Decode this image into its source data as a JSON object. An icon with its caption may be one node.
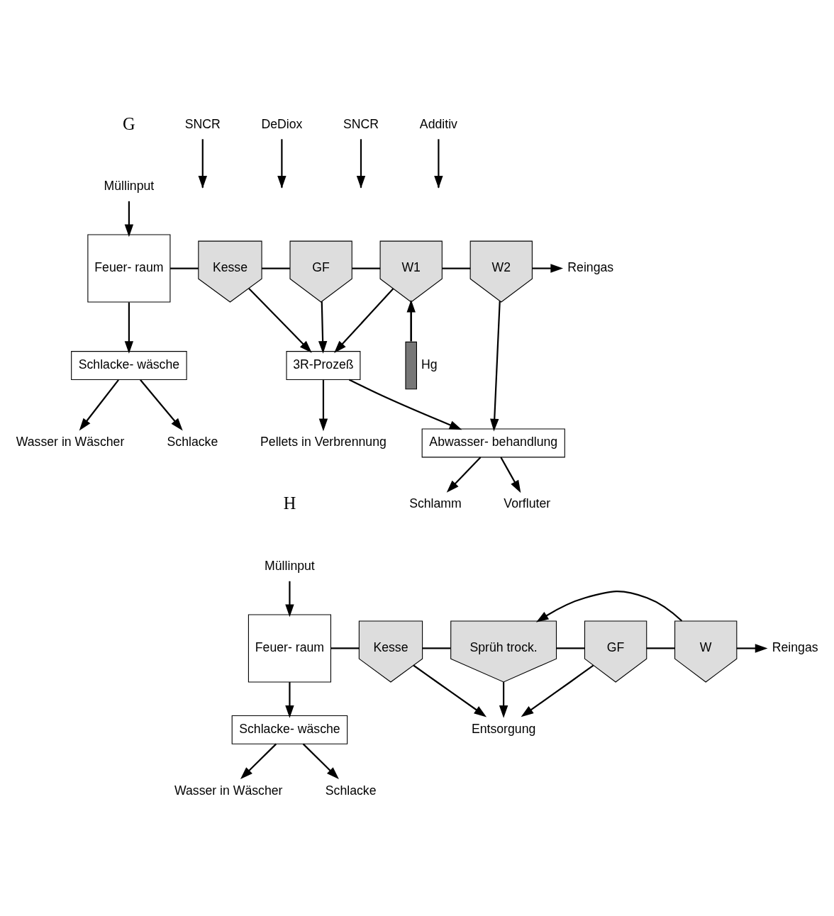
{
  "diagram": {
    "nodes": [
      {
        "text": [
          "Müllinput"
        ]
      },
      {
        "text": [
          "Feuer- raum"
        ]
      },
      {
        "text": [
          "SNCR"
        ]
      },
      {
        "text": [
          "DeDiox"
        ]
      },
      {
        "text": [
          "Kesse"
        ]
      },
      {
        "text": [
          "GF"
        ]
      },
      {
        "text": [
          "W1"
        ]
      },
      {
        "text": [
          "W2"
        ]
      },
      {
        "text": [
          "Reingas"
        ]
      },
      {
        "text": [],
        "shape": "bar",
        "beside": [
          "Hg"
        ]
      },
      {
        "text": [
          "Schlacke- wäsche"
        ]
      },
      {
        "text": [
          "3R-Prozeß"
        ]
      },
      {
        "text": [
          "Abwasser- behandlung"
        ]
      },
      {
        "text": [
          "Wasser in Wäscher"
        ]
      },
      {
        "text": [
          "Schlacke"
        ]
      },
      {
        "text": [
          "Pellets in Verbrennung"
        ]
      },
      {
        "text": [
          "Vorfluter"
        ]
      },
      {
        "text": [
          "Schlamm"
        ]
      },
      {
        "text": [
          "Müllinput"
        ]
      },
      {
        "text": [
          "Feuer- raum"
        ]
      },
      {
        "text": [
          "SNCR"
        ]
      },
      {
        "text": [
          "Additiv"
        ]
      },
      {
        "text": [
          "Kesse"
        ]
      },
      {
        "text": [
          "Sprüh trock."
        ]
      },
      {
        "text": [
          "GF"
        ]
      },
      {
        "text": [
          "W"
        ]
      },
      {
        "text": [
          "Reingas"
        ]
      },
      {
        "text": [
          "Schlacke- wäsche"
        ]
      },
      {
        "text": [
          "Wasser in Wäscher"
        ]
      },
      {
        "text": [
          "Schlacke"
        ]
      },
      {
        "text": [
          "Entsorgung"
        ]
      }
    ],
    "edges": [
      {
        "from": 0,
        "to": 1,
        "arrow": "to"
      },
      {
        "from": 1,
        "to": 4,
        "arrow": "none"
      },
      {
        "from": 2,
        "to": null,
        "arrow": "to"
      },
      {
        "from": 3,
        "to": null,
        "arrow": "to"
      },
      {
        "from": 4,
        "to": 5,
        "arrow": "none"
      },
      {
        "from": 5,
        "to": 6,
        "arrow": "none"
      },
      {
        "from": 6,
        "to": 7,
        "arrow": "none"
      },
      {
        "from": 7,
        "to": 8,
        "arrow": "to"
      },
      {
        "from": 1,
        "to": 10,
        "arrow": "to"
      },
      {
        "from": 10,
        "to": 13,
        "arrow": "to"
      },
      {
        "from": 10,
        "to": 14,
        "arrow": "to"
      },
      {
        "from": 4,
        "to": 11,
        "arrow": "to"
      },
      {
        "from": 5,
        "to": 11,
        "arrow": "to"
      },
      {
        "from": 6,
        "to": 11,
        "arrow": "to"
      },
      {
        "from": 6,
        "to": 9,
        "arrow": "none"
      },
      {
        "from": 9,
        "to": 6,
        "arrow": "to"
      },
      {
        "from": 7,
        "to": 12,
        "arrow": "to"
      },
      {
        "from": 11,
        "to": 12,
        "arrow": "to"
      },
      {
        "from": 11,
        "to": 15,
        "arrow": "to"
      },
      {
        "from": 12,
        "to": 16,
        "arrow": "to"
      },
      {
        "from": 12,
        "to": 17,
        "arrow": "to"
      },
      {
        "from": 18,
        "to": 19,
        "arrow": "to"
      },
      {
        "from": 19,
        "to": 22,
        "arrow": "none"
      },
      {
        "from": 20,
        "to": null,
        "arrow": "to"
      },
      {
        "from": 21,
        "to": null,
        "arrow": "to"
      },
      {
        "from": 22,
        "to": 23,
        "arrow": "none"
      },
      {
        "from": 23,
        "to": 24,
        "arrow": "none"
      },
      {
        "from": 24,
        "to": 25,
        "arrow": "none"
      },
      {
        "from": 25,
        "to": 26,
        "arrow": "to"
      },
      {
        "from": 25,
        "to": 23,
        "arrow": "to"
      },
      {
        "from": 22,
        "to": 30,
        "arrow": "to"
      },
      {
        "from": 23,
        "to": 30,
        "arrow": "to"
      },
      {
        "from": 24,
        "to": 30,
        "arrow": "to"
      },
      {
        "from": 19,
        "to": 27,
        "arrow": "to"
      },
      {
        "from": 27,
        "to": 28,
        "arrow": "to"
      },
      {
        "from": 27,
        "to": 29,
        "arrow": "to"
      }
    ],
    "labels": [
      "G",
      "H"
    ]
  }
}
